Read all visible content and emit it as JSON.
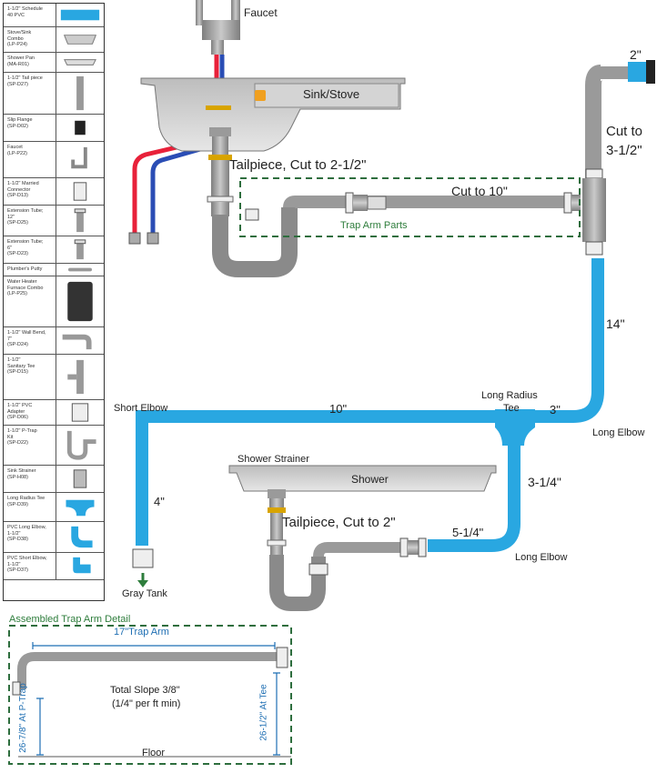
{
  "legend": {
    "items": [
      {
        "label": "1-1/2\" Schedule\n40 PVC",
        "icon": "pvc-pipe-icon"
      },
      {
        "label": "Stove/Sink\nCombo\n(LP-P24)",
        "icon": "stove-sink-icon"
      },
      {
        "label": "Shower Pan\n(MA-R01)",
        "icon": "shower-pan-icon"
      },
      {
        "label": "1-1/2\" Tail piece\n(SP-D27)",
        "icon": "tailpiece-icon"
      },
      {
        "label": "Slip Flange\n(SP-D02)",
        "icon": "slip-flange-icon"
      },
      {
        "label": "Faucet\n(LP-P22)",
        "icon": "faucet-icon"
      },
      {
        "label": "1-1/2\" Married\nConnector\n(SP-D13)",
        "icon": "connector-icon"
      },
      {
        "label": "Extension Tube;\n12\"\n(SP-D25)",
        "icon": "extension-tube-12-icon"
      },
      {
        "label": "Extension Tube;\n6\"\n(SP-D23)",
        "icon": "extension-tube-6-icon"
      },
      {
        "label": "Plumber's Putty",
        "icon": "plumbers-putty-icon"
      },
      {
        "label": "Water Heater\nFurnace Combo\n(LP-P25)",
        "icon": "water-heater-icon"
      },
      {
        "label": "1-1/2\" Wall Bend,\n7\"\n(SP-D24)",
        "icon": "wall-bend-icon"
      },
      {
        "label": "1-1/2\"\nSanitary Tee\n(SP-D15)",
        "icon": "sanitary-tee-icon"
      },
      {
        "label": "1-1/2\" PVC\nAdapter\n(SP-D06)",
        "icon": "pvc-adapter-icon"
      },
      {
        "label": "1-1/2\" P-Trap\nKit\n(SP-D22)",
        "icon": "p-trap-icon"
      },
      {
        "label": "Sink Strainer\n(SP-H08)",
        "icon": "sink-strainer-icon"
      },
      {
        "label": "Long Radius Tee\n(SP-D39)",
        "icon": "long-radius-tee-icon"
      },
      {
        "label": "PVC Long Elbow,\n1-1/2\"\n(SP-D38)",
        "icon": "long-elbow-icon"
      },
      {
        "label": "PVC Short Elbow,\n1-1/2\"\n(SP-D37)",
        "icon": "short-elbow-icon"
      }
    ]
  },
  "labels": {
    "faucet": "Faucet",
    "sink_stove": "Sink/Stove",
    "tailpiece_top": "Tailpiece, Cut to 2-1/2\"",
    "cut_to_10": "Cut to 10\"",
    "trap_arm_parts": "Trap Arm Parts",
    "two_inch": "2\"",
    "cut_to_1": "Cut to",
    "cut_to_2": "3-1/2\"",
    "fourteen": "14\"",
    "short_elbow": "Short Elbow",
    "ten": "10\"",
    "long_radius_1": "Long Radius",
    "long_radius_2": "Tee",
    "three": "3\"",
    "long_elbow_top": "Long Elbow",
    "shower_strainer": "Shower Strainer",
    "shower": "Shower",
    "four": "4\"",
    "three_quarter": "3-1/4\"",
    "tailpiece_bottom": "Tailpiece, Cut to 2\"",
    "five_quarter": "5-1/4\"",
    "long_elbow_bottom": "Long Elbow",
    "gray_tank": "Gray Tank",
    "assembled_title": "Assembled Trap Arm Detail",
    "trap_arm_17": "17\"Trap Arm",
    "at_ptrap": "26-7/8\" At P-Trap",
    "at_tee": "26-1/2\" At Tee",
    "slope_1": "Total Slope 3/8\"",
    "slope_2": "(1/4\" per ft min)",
    "floor": "Floor"
  },
  "colors": {
    "pvc_blue": "#29a7e1",
    "gray_pipe": "#9a9a9a",
    "hot_red": "#e8213a",
    "cold_blue": "#2a4db5",
    "dash_green": "#2e6e3e",
    "dim_blue": "#1f6fb3",
    "text_green": "#2e7d3c"
  }
}
